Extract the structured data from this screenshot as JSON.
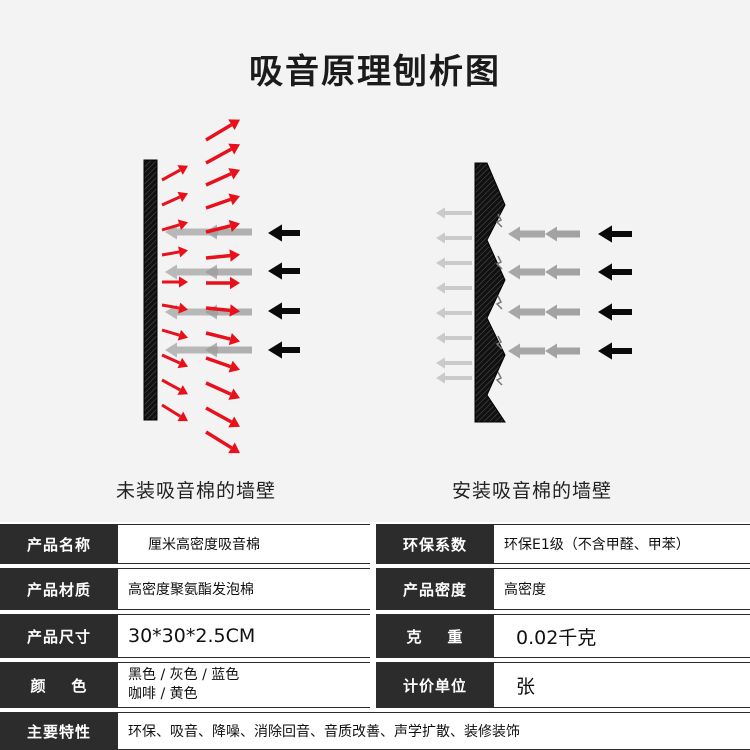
{
  "diagram": {
    "title": "吸音原理刨析图",
    "left_caption": "未装吸音棉的墙壁",
    "right_caption": "安装吸音棉的墙壁"
  },
  "colors": {
    "reflected_arrow": "#e8101a",
    "incoming_arrow": "#0a0a0a",
    "faded_arrow": "#9a9a9a",
    "wall": "#111111",
    "label_bg": "#2c2c2c",
    "panel_bg": "#f3f3f3"
  },
  "specs": {
    "name_label": "产品名称",
    "name_value": "厘米高密度吸音棉",
    "eco_label": "环保系数",
    "eco_value": "环保E1级（不含甲醛、甲苯）",
    "material_label": "产品材质",
    "material_value": "高密度聚氨酯发泡棉",
    "density_label": "产品密度",
    "density_value": "高密度",
    "size_label": "产品尺寸",
    "size_value": "30*30*2.5CM",
    "weight_label": "克    重",
    "weight_value": "0.02千克",
    "color_label": "颜    色",
    "color_value_line1": "黑色 / 灰色 / 蓝色",
    "color_value_line2": "咖啡 / 黄色",
    "unit_label": "计价单位",
    "unit_value": "张",
    "features_label": "主要特性",
    "features_value": "环保、吸音、降噪、消除回音、音质改善、声学扩散、装修装饰"
  }
}
